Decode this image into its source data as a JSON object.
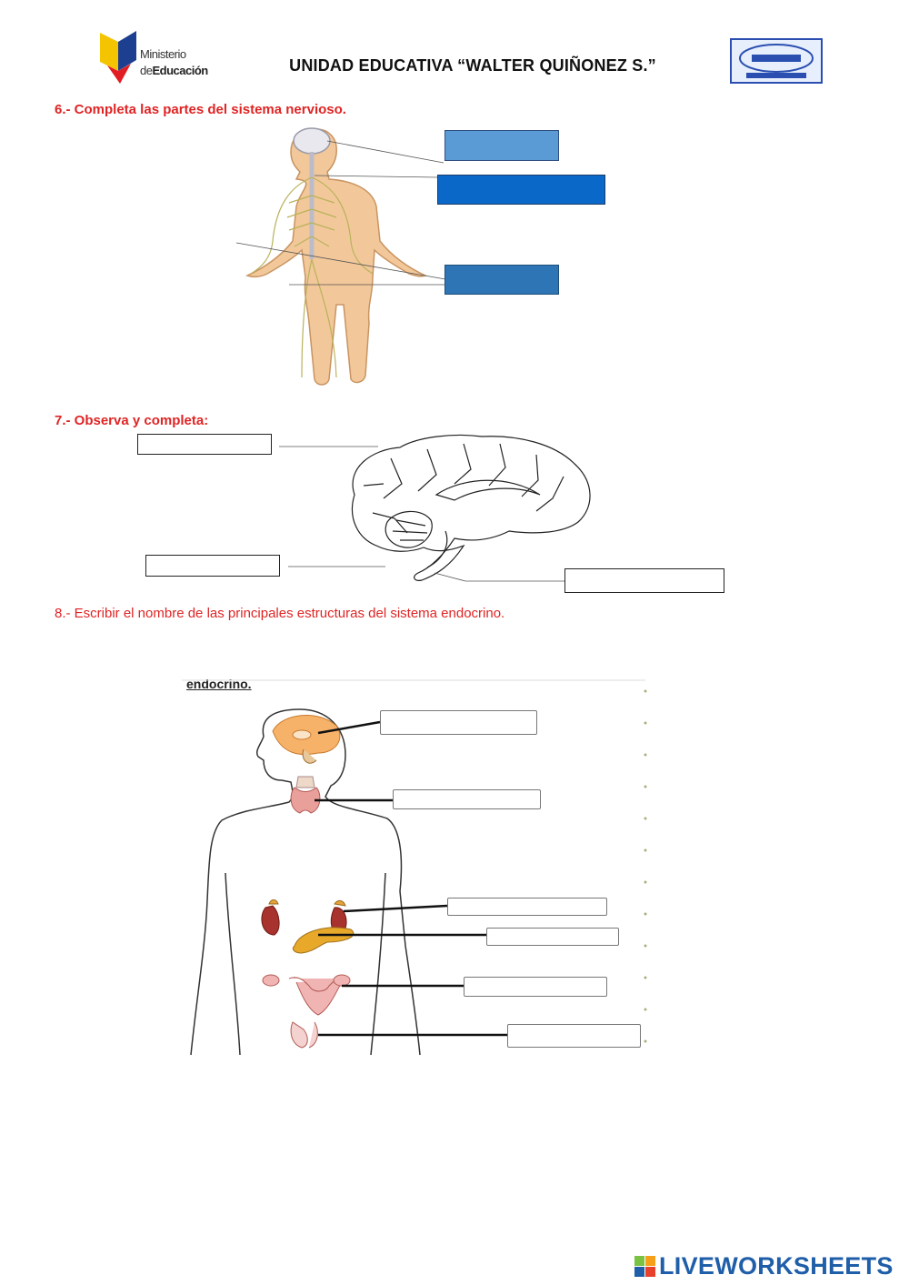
{
  "header": {
    "school_title": "UNIDAD EDUCATIVA “WALTER QUIÑONEZ S.”",
    "ministry_logo": {
      "line1": "Ministerio",
      "line2_prefix": "de",
      "line2_bold": "Educación"
    }
  },
  "questions": {
    "q6": "6.- Completa las partes del sistema nervioso.",
    "q7": "7.- Observa y completa:",
    "q8": "8.- Escribir el nombre de las principales estructuras del sistema endocrino."
  },
  "endocrine_image": {
    "heading": "endocrino."
  },
  "footer": {
    "brand": "LIVEWORKSHEETS",
    "brand_colors": [
      "#7cc242",
      "#f6a01a",
      "#1f5ea8",
      "#e7412b"
    ]
  },
  "colors": {
    "question_red": "#e02424",
    "fill_blue_light": "#5b9bd5",
    "fill_blue_dark": "#0a69c8",
    "fill_blue_mid": "#2e75b6"
  }
}
